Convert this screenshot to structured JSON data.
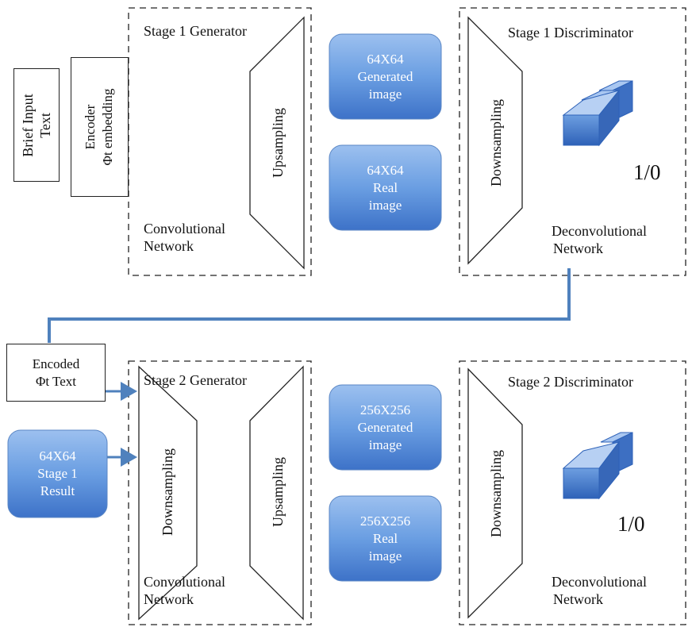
{
  "stage1": {
    "input_text": [
      "Brief Input",
      "Text"
    ],
    "encoder": [
      "Encoder",
      "Φt embedding"
    ],
    "generator_title": "Stage 1 Generator",
    "upsampling": "Upsampling",
    "generator_network": [
      "Convolutional",
      "Network"
    ],
    "generated_box": [
      "64X64",
      "Generated",
      "image"
    ],
    "real_box": [
      "64X64",
      "Real",
      "image"
    ],
    "discriminator_title": "Stage 1 Discriminator",
    "downsampling": "Downsampling",
    "output": "1/0",
    "discriminator_network": [
      "Deconvolutional",
      "Network"
    ]
  },
  "stage2": {
    "encoded_text": [
      "Encoded",
      "Φt Text"
    ],
    "stage1_result": [
      "64X64",
      "Stage 1",
      "Result"
    ],
    "generator_title": "Stage 2 Generator",
    "downsampling": "Downsampling",
    "upsampling": "Upsampling",
    "generator_network": [
      "Convolutional",
      "Network"
    ],
    "generated_box": [
      "256X256",
      "Generated",
      "image"
    ],
    "real_box": [
      "256X256",
      "Real",
      "image"
    ],
    "discriminator_title": "Stage 2 Discriminator",
    "disc_downsampling": "Downsampling",
    "output": "1/0",
    "discriminator_network": [
      "Deconvolutional",
      "Network"
    ]
  },
  "colors": {
    "box_top": "#8fb6ea",
    "box_bottom": "#3f74c9",
    "connector": "#4f81bd"
  }
}
